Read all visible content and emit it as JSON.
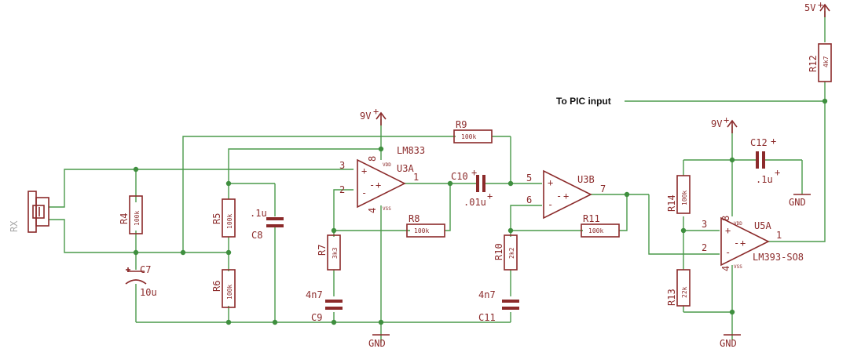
{
  "colors": {
    "wire": "#4a9a4a",
    "part": "#8b2a2a",
    "junction": "#3f8f3f",
    "net_label": "#111111",
    "ref_gray": "#a8a8a8"
  },
  "connector": {
    "name": "RX"
  },
  "supplies": {
    "u3_supply": "9V",
    "u5_supply": "9V",
    "pullup_supply": "5V",
    "gnd_u3": "GND",
    "gnd_u5": "GND",
    "gnd_c12": "GND"
  },
  "net_labels": {
    "pic_input": "To PIC input"
  },
  "resistors": [
    {
      "ref": "R4",
      "value": "100k"
    },
    {
      "ref": "R5",
      "value": "100k"
    },
    {
      "ref": "R6",
      "value": "100k"
    },
    {
      "ref": "R7",
      "value": "3k3"
    },
    {
      "ref": "R8",
      "value": "100k"
    },
    {
      "ref": "R9",
      "value": "100k"
    },
    {
      "ref": "R10",
      "value": "2k2"
    },
    {
      "ref": "R11",
      "value": "100k"
    },
    {
      "ref": "R12",
      "value": "4k7"
    },
    {
      "ref": "R13",
      "value": "22k"
    },
    {
      "ref": "R14",
      "value": "100k"
    }
  ],
  "capacitors": [
    {
      "ref": "C7",
      "value": "10u"
    },
    {
      "ref": "C8",
      "value": ".1u"
    },
    {
      "ref": "C9",
      "value": "4n7"
    },
    {
      "ref": "C10",
      "value": ".01u"
    },
    {
      "ref": "C11",
      "value": "4n7"
    },
    {
      "ref": "C12",
      "value": ".1u"
    }
  ],
  "opamps": {
    "u3a": {
      "ref": "U3A",
      "part": "LM833",
      "vdd": "VDD",
      "vss": "VSS",
      "pin_vdd": "8",
      "pin_vss": "4",
      "pin_noninv": "3",
      "pin_inv": "2",
      "pin_out": "1"
    },
    "u3b": {
      "ref": "U3B",
      "pin_noninv": "5",
      "pin_inv": "6",
      "pin_out": "7"
    },
    "u5a": {
      "ref": "U5A",
      "part": "LM393-SO8",
      "vdd": "VDD",
      "vss": "VSS",
      "pin_vdd": "8",
      "pin_vss": "4",
      "pin_noninv": "3",
      "pin_inv": "2",
      "pin_out": "1"
    }
  },
  "symbols": {
    "plus": "+",
    "minus": "-"
  }
}
